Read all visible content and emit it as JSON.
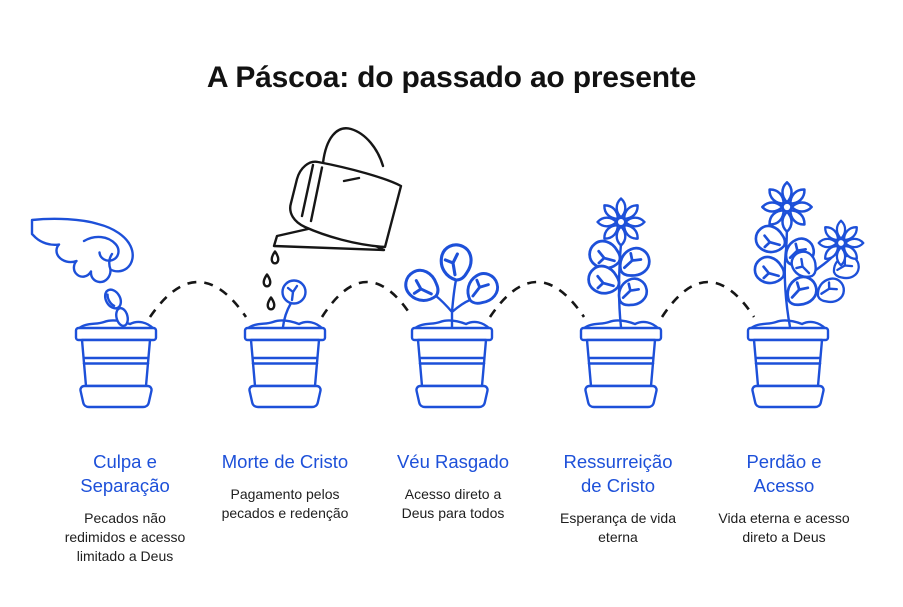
{
  "title": "A Páscoa: do passado ao presente",
  "colors": {
    "accent": "#1d50d9",
    "ink": "#161616",
    "text": "#1e1e1e",
    "background": "#ffffff"
  },
  "stages": [
    {
      "heading": "Culpa e\nSeparação",
      "description": "Pecados não\nredimidos e acesso\nlimitado a Deus",
      "illustration": "hand-planting-seed-in-pot"
    },
    {
      "heading": "Morte de Cristo",
      "description": "Pagamento pelos\npecados e redenção",
      "illustration": "watering-can-watering-sprout-in-pot"
    },
    {
      "heading": "Véu Rasgado",
      "description": "Acesso direto a\nDeus para todos",
      "illustration": "seedling-with-leaves-in-pot"
    },
    {
      "heading": "Ressurreição\nde Cristo",
      "description": "Esperança de vida\neterna",
      "illustration": "flowering-plant-in-pot"
    },
    {
      "heading": "Perdão e\nAcesso",
      "description": "Vida eterna e acesso\ndireto a Deus",
      "illustration": "blooming-plants-in-pot"
    }
  ],
  "connectors": {
    "style": "dashed-arc",
    "count": 4
  }
}
